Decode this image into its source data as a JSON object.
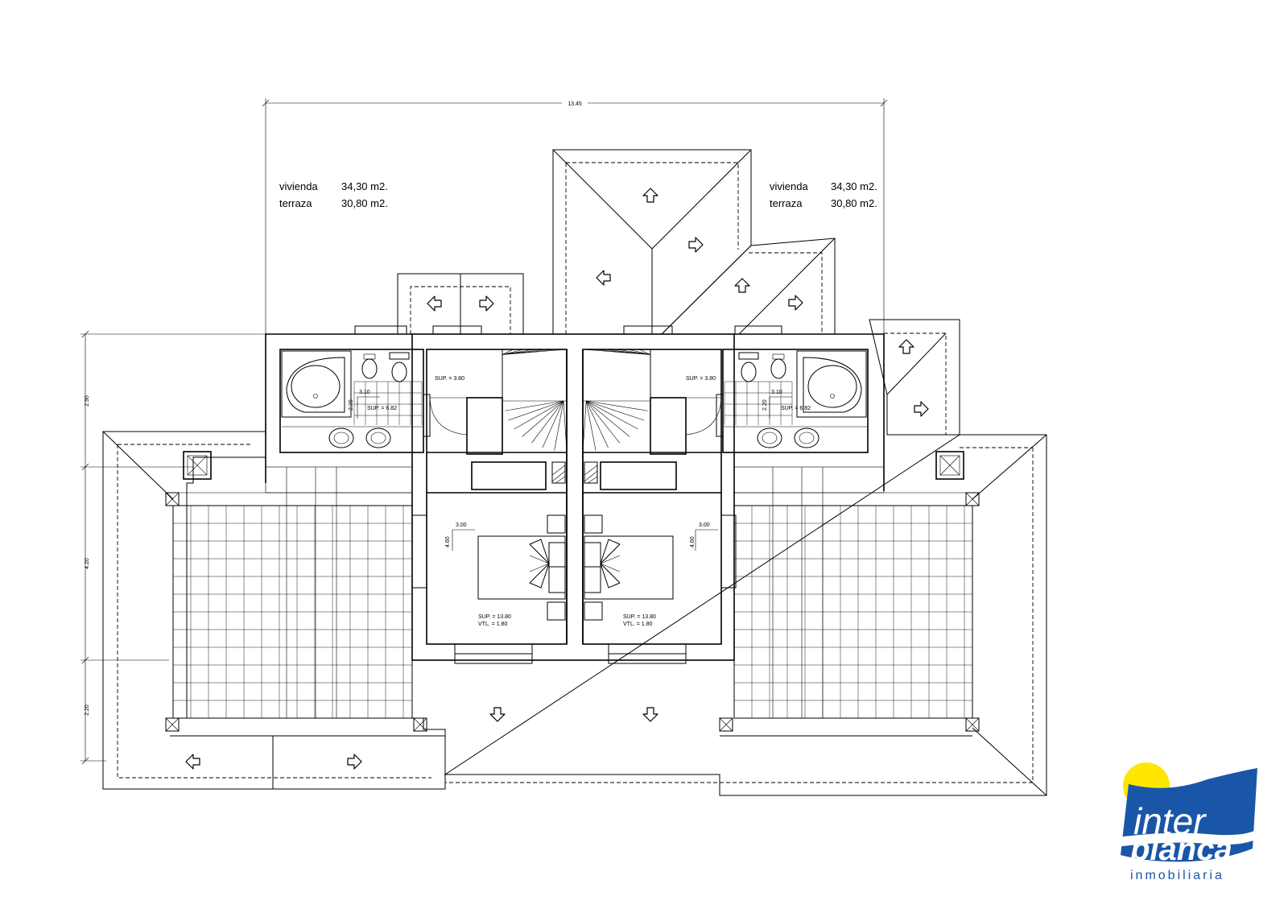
{
  "areas": {
    "left": {
      "vivienda_label": "vivienda",
      "vivienda_value": "34,30  m2.",
      "terraza_label": "terraza",
      "terraza_value": "30,80  m2."
    },
    "right": {
      "vivienda_label": "vivienda",
      "vivienda_value": "34,30  m2.",
      "terraza_label": "terraza",
      "terraza_value": "30,80  m2."
    }
  },
  "dimensions": {
    "overall_width": "13.45",
    "v1": "2.90",
    "v2": "4.20",
    "v3": "2.20"
  },
  "rooms": {
    "left_bath": {
      "width": "3.10",
      "height": "2.20",
      "sup": "SUP. = 6.82"
    },
    "right_bath": {
      "width": "3.10",
      "height": "2.20",
      "sup": "SUP. = 6.82"
    },
    "left_stair_sup": "SUP. = 3.80",
    "right_stair_sup": "SUP. = 3.80",
    "left_bed": {
      "width": "3.00",
      "height": "4.60",
      "sup": "SUP. = 13.80",
      "vtl": "VTL. = 1.80"
    },
    "right_bed": {
      "width": "3.00",
      "height": "4.60",
      "sup": "SUP. = 13.80",
      "vtl": "VTL. = 1.80"
    }
  },
  "logo": {
    "line1": "inter",
    "line2": "blanca",
    "line3": "inmobiliaria"
  },
  "colors": {
    "logo_blue": "#1a56a8",
    "logo_sun": "#ffe600",
    "lines": "#000000"
  }
}
